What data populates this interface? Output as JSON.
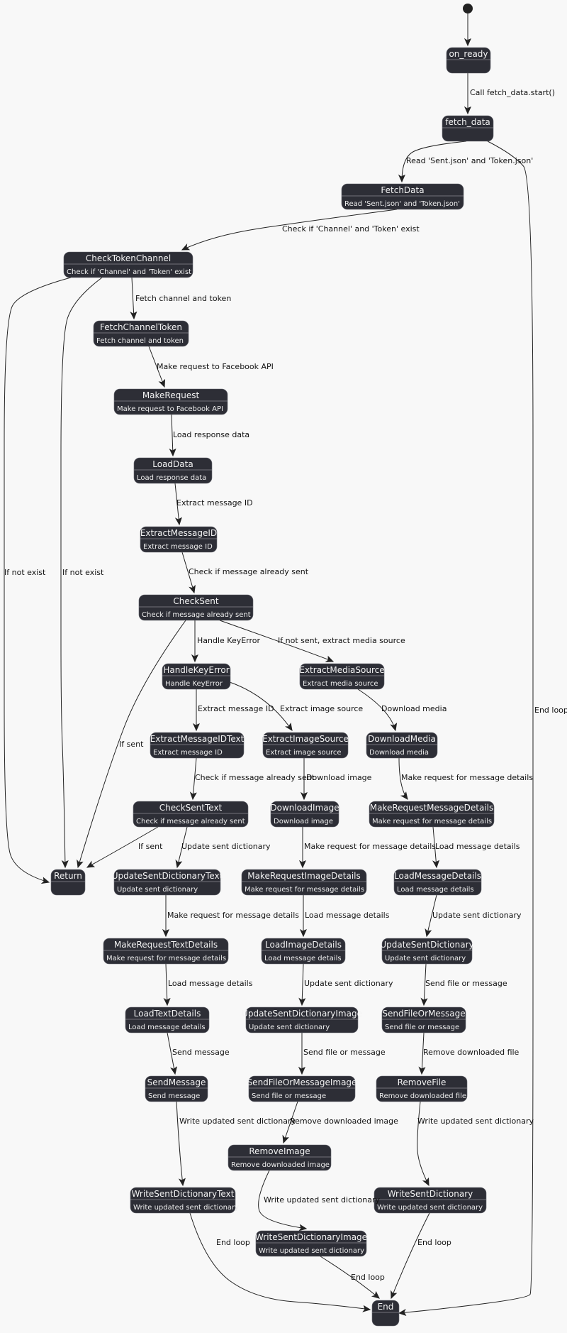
{
  "nodes": {
    "on_ready": {
      "title": "on_ready",
      "desc": ""
    },
    "fetch_data": {
      "title": "fetch_data",
      "desc": ""
    },
    "FetchData": {
      "title": "FetchData",
      "desc": "Read 'Sent.json' and 'Token.json'"
    },
    "CheckTokenChannel": {
      "title": "CheckTokenChannel",
      "desc": "Check if 'Channel' and 'Token' exist"
    },
    "FetchChannelToken": {
      "title": "FetchChannelToken",
      "desc": "Fetch channel and token"
    },
    "MakeRequest": {
      "title": "MakeRequest",
      "desc": "Make request to Facebook API"
    },
    "LoadData": {
      "title": "LoadData",
      "desc": "Load response data"
    },
    "ExtractMessageID": {
      "title": "ExtractMessageID",
      "desc": "Extract message ID"
    },
    "CheckSent": {
      "title": "CheckSent",
      "desc": "Check if message already sent"
    },
    "HandleKeyError": {
      "title": "HandleKeyError",
      "desc": "Handle KeyError"
    },
    "ExtractMediaSource": {
      "title": "ExtractMediaSource",
      "desc": "Extract media source"
    },
    "ExtractMessageIDText": {
      "title": "ExtractMessageIDText",
      "desc": "Extract message ID"
    },
    "ExtractImageSource": {
      "title": "ExtractImageSource",
      "desc": "Extract image source"
    },
    "DownloadMedia": {
      "title": "DownloadMedia",
      "desc": "Download media"
    },
    "CheckSentText": {
      "title": "CheckSentText",
      "desc": "Check if message already sent"
    },
    "DownloadImage": {
      "title": "DownloadImage",
      "desc": "Download image"
    },
    "MakeRequestMessageDetails": {
      "title": "MakeRequestMessageDetails",
      "desc": "Make request for message details"
    },
    "Return": {
      "title": "Return",
      "desc": ""
    },
    "UpdateSentDictionaryText": {
      "title": "UpdateSentDictionaryText",
      "desc": "Update sent dictionary"
    },
    "MakeRequestImageDetails": {
      "title": "MakeRequestImageDetails",
      "desc": "Make request for message details"
    },
    "LoadMessageDetails": {
      "title": "LoadMessageDetails",
      "desc": "Load message details"
    },
    "MakeRequestTextDetails": {
      "title": "MakeRequestTextDetails",
      "desc": "Make request for message details"
    },
    "LoadImageDetails": {
      "title": "LoadImageDetails",
      "desc": "Load message details"
    },
    "UpdateSentDictionary": {
      "title": "UpdateSentDictionary",
      "desc": "Update sent dictionary"
    },
    "LoadTextDetails": {
      "title": "LoadTextDetails",
      "desc": "Load message details"
    },
    "UpdateSentDictionaryImage": {
      "title": "UpdateSentDictionaryImage",
      "desc": "Update sent dictionary"
    },
    "SendFileOrMessage": {
      "title": "SendFileOrMessage",
      "desc": "Send file or message"
    },
    "SendMessage": {
      "title": "SendMessage",
      "desc": "Send message"
    },
    "SendFileOrMessageImage": {
      "title": "SendFileOrMessageImage",
      "desc": "Send file or message"
    },
    "RemoveFile": {
      "title": "RemoveFile",
      "desc": "Remove downloaded file"
    },
    "RemoveImage": {
      "title": "RemoveImage",
      "desc": "Remove downloaded image"
    },
    "WriteSentDictionaryText": {
      "title": "WriteSentDictionaryText",
      "desc": "Write updated sent dictionary"
    },
    "WriteSentDictionary": {
      "title": "WriteSentDictionary",
      "desc": "Write updated sent dictionary"
    },
    "WriteSentDictionaryImage": {
      "title": "WriteSentDictionaryImage",
      "desc": "Write updated sent dictionary"
    },
    "End": {
      "title": "End",
      "desc": ""
    }
  },
  "edges": {
    "start_on_ready": "",
    "on_ready_fetch_data": "Call fetch_data.start()",
    "fetch_data_FetchData": "Read 'Sent.json' and 'Token.json'",
    "fetch_data_End": "End loop",
    "FetchData_CheckTokenChannel": "Check if 'Channel' and 'Token' exist",
    "CheckTokenChannel_Return_outer": "If not exist",
    "CheckTokenChannel_Return_inner": "If not exist",
    "CheckTokenChannel_FetchChannelToken": "Fetch channel and token",
    "FetchChannelToken_MakeRequest": "Make request to Facebook API",
    "MakeRequest_LoadData": "Load response data",
    "LoadData_ExtractMessageID": "Extract message ID",
    "ExtractMessageID_CheckSent": "Check if message already sent",
    "CheckSent_HandleKeyError": "Handle KeyError",
    "CheckSent_ExtractMediaSource": "If not sent, extract media source",
    "CheckSent_Return": "If sent",
    "HandleKeyError_ExtractMessageIDText": "Extract message ID",
    "HandleKeyError_ExtractImageSource": "Extract image source",
    "ExtractMediaSource_DownloadMedia": "Download media",
    "ExtractMessageIDText_CheckSentText": "Check if message already sent",
    "ExtractImageSource_DownloadImage": "Download image",
    "DownloadMedia_MakeRequestMessageDetails": "Make request for message details",
    "CheckSentText_Return": "If sent",
    "CheckSentText_UpdateSentDictionaryText": "Update sent dictionary",
    "DownloadImage_MakeRequestImageDetails": "Make request for message details",
    "MakeRequestMessageDetails_LoadMessageDetails": "Load message details",
    "UpdateSentDictionaryText_MakeRequestTextDetails": "Make request for message details",
    "MakeRequestImageDetails_LoadImageDetails": "Load message details",
    "LoadMessageDetails_UpdateSentDictionary": "Update sent dictionary",
    "MakeRequestTextDetails_LoadTextDetails": "Load message details",
    "LoadImageDetails_UpdateSentDictionaryImage": "Update sent dictionary",
    "UpdateSentDictionary_SendFileOrMessage": "Send file or message",
    "LoadTextDetails_SendMessage": "Send message",
    "UpdateSentDictionaryImage_SendFileOrMessageImage": "Send file or message",
    "SendFileOrMessage_RemoveFile": "Remove downloaded file",
    "SendMessage_WriteSentDictionaryText": "Write updated sent dictionary",
    "SendFileOrMessageImage_RemoveImage": "Remove downloaded image",
    "RemoveFile_WriteSentDictionary": "Write updated sent dictionary",
    "RemoveImage_WriteSentDictionaryImage": "Write updated sent dictionary",
    "WriteSentDictionaryText_End": "End loop",
    "WriteSentDictionary_End": "End loop",
    "WriteSentDictionaryImage_End": "End loop"
  }
}
